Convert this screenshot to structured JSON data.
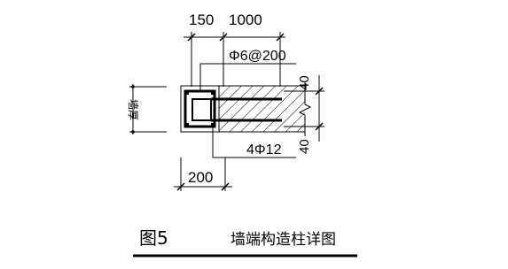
{
  "dimensions": {
    "top_left": "150",
    "top_right": "1000",
    "bottom": "200",
    "right_top": "40",
    "right_bottom": "40",
    "side_label": "墙厚"
  },
  "rebar": {
    "stirrup_label": "Φ6@200",
    "main_bars_label": "4Φ12"
  },
  "caption": {
    "figure_label": "图5",
    "title": "墙端构造柱详图"
  },
  "colors": {
    "line": "#000000",
    "background": "#ffffff"
  }
}
